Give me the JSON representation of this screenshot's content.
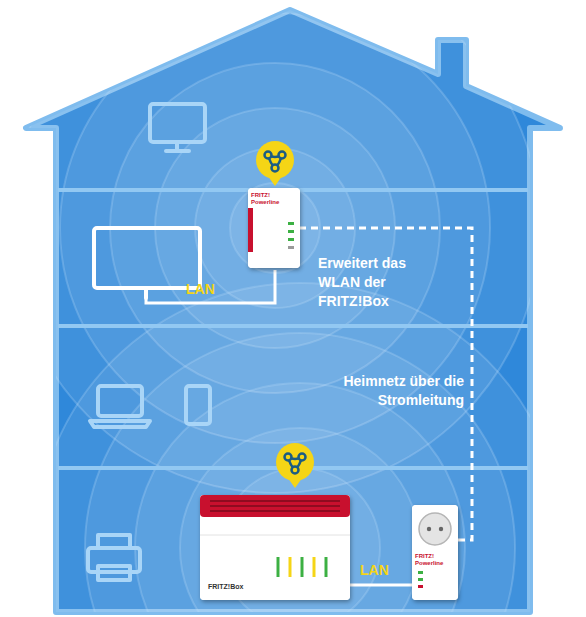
{
  "diagram": {
    "nodes": [
      {
        "text": [
          "FRITZ! Powerline"
        ]
      },
      {
        "text": [
          "FRITZ!Box"
        ]
      },
      {
        "text": [
          "FRITZ! Powerline"
        ]
      }
    ],
    "edges": [
      {
        "from": 2,
        "to": 0,
        "arrow": "none",
        "label": "Heimnetz über die Stromleitung"
      },
      {
        "from": 1,
        "to": 2,
        "arrow": "none",
        "label": "LAN"
      }
    ],
    "labels": [
      "LAN",
      "Erweitert das WLAN der FRITZ!Box"
    ]
  }
}
